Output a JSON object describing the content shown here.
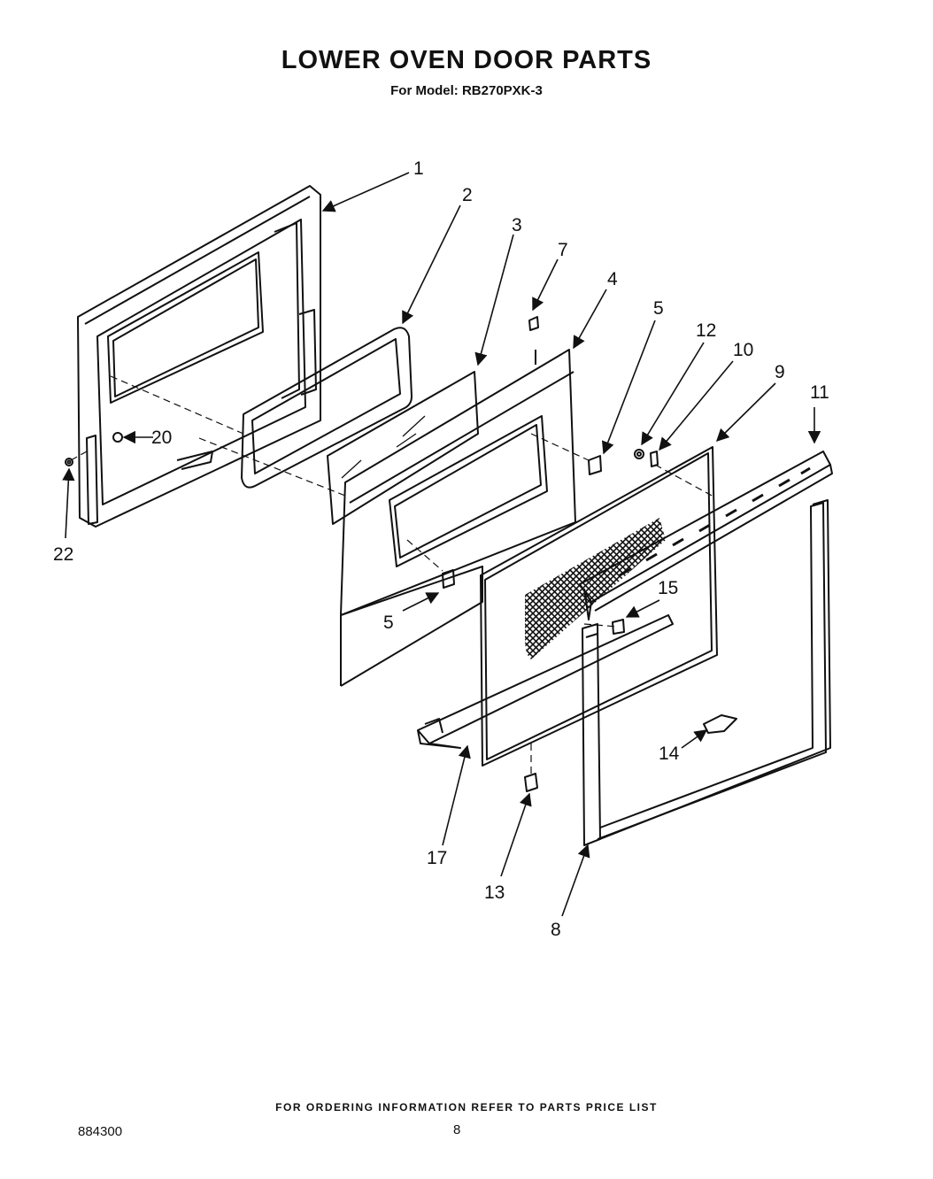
{
  "title": "LOWER OVEN DOOR PARTS",
  "subtitle": "For Model: RB270PXK-3",
  "footer_note": "FOR ORDERING INFORMATION REFER TO PARTS PRICE LIST",
  "doc_number": "884300",
  "page_number": "8",
  "callouts": {
    "c1": "1",
    "c2": "2",
    "c3": "3",
    "c4": "4",
    "c5a": "5",
    "c5b": "5",
    "c7": "7",
    "c8": "8",
    "c9": "9",
    "c10": "10",
    "c11": "11",
    "c12": "12",
    "c13": "13",
    "c14": "14",
    "c15": "15",
    "c17": "17",
    "c20": "20",
    "c22": "22"
  }
}
